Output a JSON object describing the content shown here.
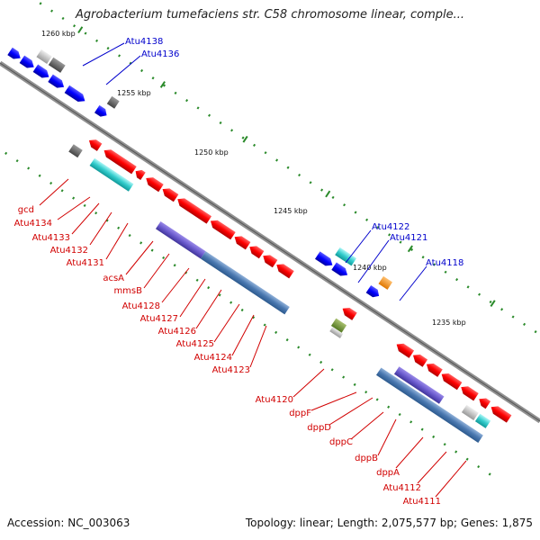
{
  "title": "Agrobacterium tumefaciens str. C58 chromosome linear, comple...",
  "footer": {
    "accession": "Accession: NC_003063",
    "summary": "Topology: linear; Length: 2,075,577 bp; Genes: 1,875"
  },
  "scale_labels": [
    "1260 kbp",
    "1255 kbp",
    "1250 kbp",
    "1245 kbp",
    "1240 kbp",
    "1235 kbp"
  ],
  "labels_bottom": [
    "gcd",
    "Atu4134",
    "Atu4133",
    "Atu4132",
    "Atu4131",
    "acsA",
    "mmsB",
    "Atu4128",
    "Atu4127",
    "Atu4126",
    "Atu4125",
    "Atu4124",
    "Atu4123",
    "Atu4120",
    "dppF",
    "dppD",
    "dppC",
    "dppB",
    "dppA",
    "Atu4112",
    "Atu4111"
  ],
  "labels_top": [
    "Atu4138",
    "Atu4136",
    "Atu4122",
    "Atu4121",
    "Atu4118"
  ],
  "colors": {
    "backbone": "#808080",
    "cds_red": "#ff0000",
    "cds_blue": "#0000ff",
    "gene_cyan": "#22cccc",
    "feature_steelblue": "#4a78b0",
    "feature_slate": "#6a5acd",
    "label_red": "#d10000",
    "label_blue": "#0000cc",
    "tick_green": "#2a8a2a"
  }
}
